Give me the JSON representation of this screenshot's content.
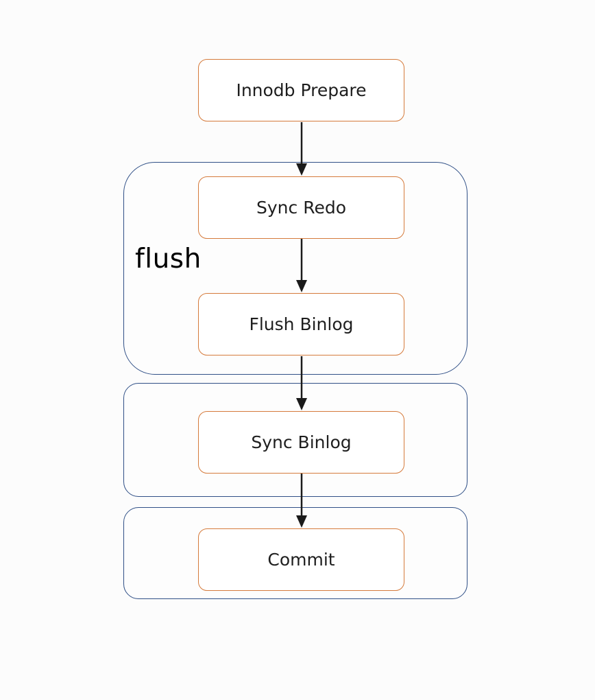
{
  "diagram": {
    "group_label": "flush",
    "steps": [
      "Innodb Prepare",
      "Sync Redo",
      "Flush Binlog",
      "Sync Binlog",
      "Commit"
    ]
  },
  "colors": {
    "group_border": "#2f4f86",
    "step_border": "#d57a3b",
    "arrow": "#1a1a1a",
    "background": "#fcfcfc"
  }
}
